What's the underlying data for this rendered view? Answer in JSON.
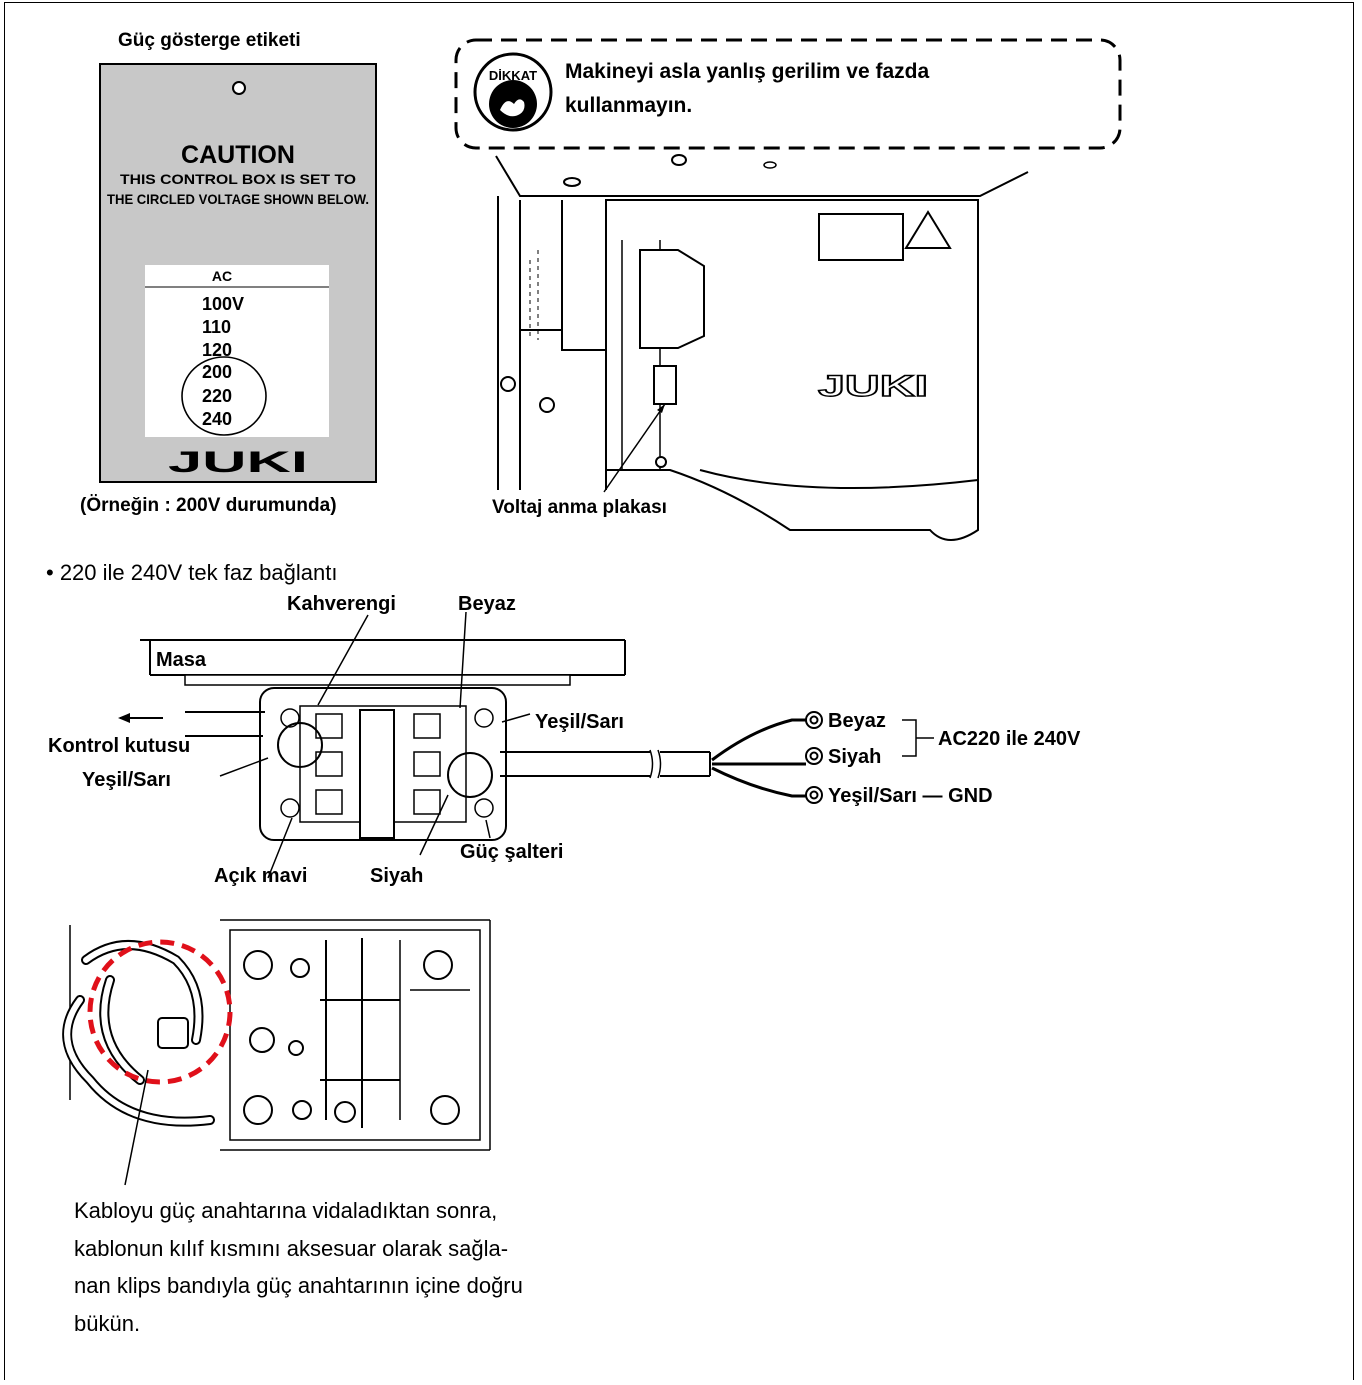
{
  "label_panel": {
    "title": "Güç gösterge etiketi",
    "caution_heading": "CAUTION",
    "caution_line1": "THIS CONTROL BOX IS SET TO",
    "caution_line2": "THE CIRCLED VOLTAGE SHOWN BELOW.",
    "ac_heading": "AC",
    "voltages": [
      "100V",
      "110",
      "120",
      "200",
      "220",
      "240"
    ],
    "brand": "JUKI",
    "caption": "(Örneğin : 200V durumunda)"
  },
  "warning": {
    "badge": "DİKKAT",
    "line1": "Makineyi asla yanlış gerilim ve fazda",
    "line2": "kullanmayın."
  },
  "control_box": {
    "brand": "JUKI",
    "plate_label": "Voltaj anma plakası"
  },
  "section_heading": "• 220 ile 240V tek faz bağlantı",
  "wiring": {
    "table": "Masa",
    "brown": "Kahverengi",
    "white_top": "Beyaz",
    "control_box": "Kontrol kutusu",
    "green_yellow_left": "Yeşil/Sarı",
    "green_yellow_right": "Yeşil/Sarı",
    "light_blue": "Açık mavi",
    "black_bottom": "Siyah",
    "power_switch": "Güç şalteri",
    "lead_white": "Beyaz",
    "lead_black": "Siyah",
    "lead_gnd": "Yeşil/Sarı — GND",
    "ac_range": "AC220 ile 240V"
  },
  "instruction": {
    "lines": [
      "Kabloyu güç anahtarına vidaladıktan sonra,",
      "kablonun kılıf kısmını aksesuar olarak sağla-",
      "nan klips bandıyla güç anahtarının içine doğru",
      "bükün."
    ]
  },
  "colors": {
    "highlight": "#e0101a",
    "panel_gray": "#c8c8c8"
  }
}
